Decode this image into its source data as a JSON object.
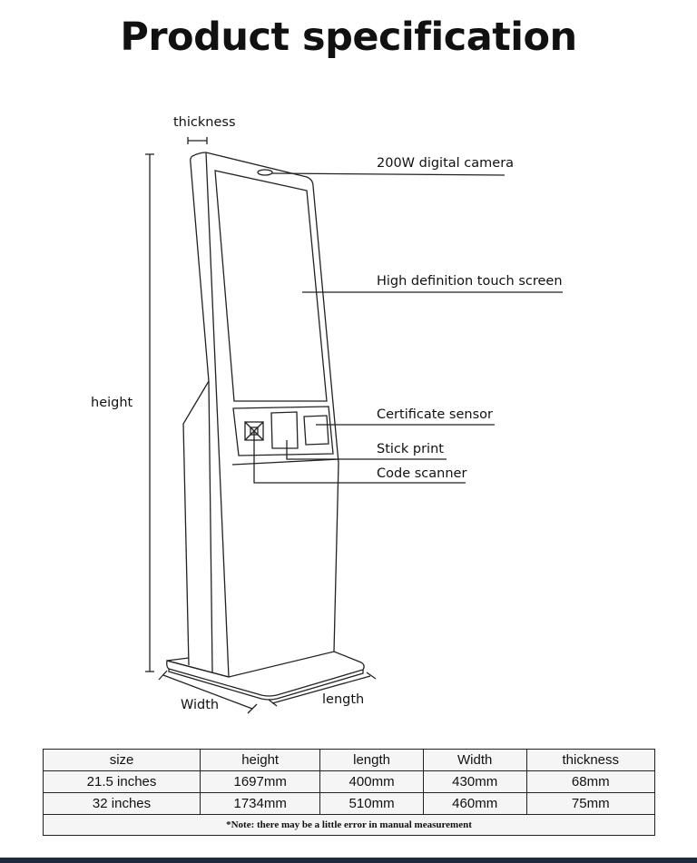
{
  "title": "Product specification",
  "dimensions": {
    "thickness": "thickness",
    "height": "height",
    "width": "Width",
    "length": "length"
  },
  "callouts": [
    "200W digital camera",
    "High definition touch screen",
    "Certificate sensor",
    "Stick print",
    "Code scanner"
  ],
  "table": {
    "headers": [
      "size",
      "height",
      "length",
      "Width",
      "thickness"
    ],
    "rows": [
      [
        "21.5 inches",
        "1697mm",
        "400mm",
        "430mm",
        "68mm"
      ],
      [
        "32 inches",
        "1734mm",
        "510mm",
        "460mm",
        "75mm"
      ]
    ],
    "note": "*Note: there may be a little error in manual measurement"
  }
}
